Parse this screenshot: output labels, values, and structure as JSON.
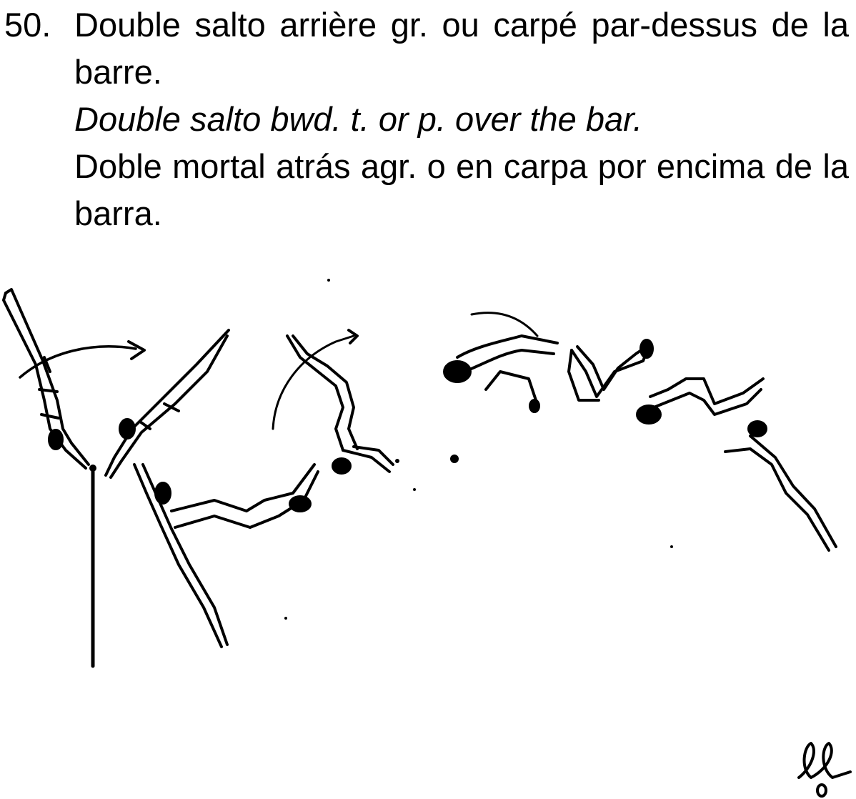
{
  "element": {
    "number": "50.",
    "fr": "Double salto arrière gr. ou carpé par-dessus de la barre.",
    "en": "Double salto bwd. t. or p. over the bar.",
    "es": "Doble mortal atrás agr. o en carpa por encima de la barra."
  }
}
